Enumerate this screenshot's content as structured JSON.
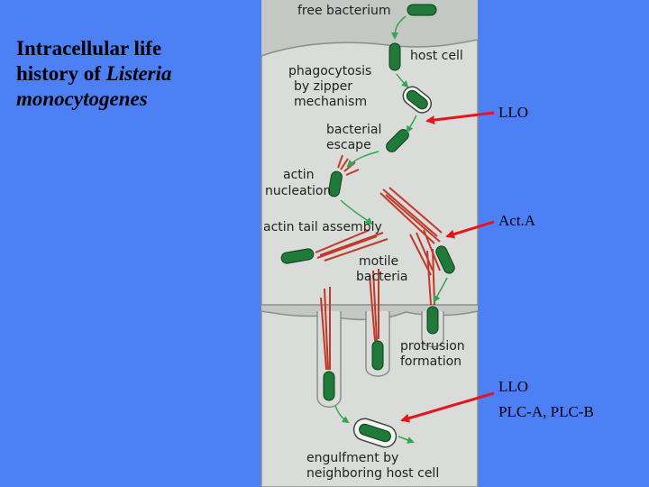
{
  "title": {
    "line1": "Intracellular life",
    "line2_prefix": "history of ",
    "line2_italic": "Listeria",
    "line3": "monocytogenes"
  },
  "figure_labels": {
    "free_bacterium": "free bacterium",
    "host_cell": "host cell",
    "phagocytosis_1": "phagocytosis",
    "phagocytosis_2": "by zipper",
    "phagocytosis_3": "mechanism",
    "escape_1": "bacterial",
    "escape_2": "escape",
    "actin_1": "actin",
    "actin_2": "nucleation",
    "tail_assembly": "actin tail assembly",
    "motile_1": "motile",
    "motile_2": "bacteria",
    "protrusion_1": "protrusion",
    "protrusion_2": "formation",
    "engulf_1": "engulfment by",
    "engulf_2": "neighboring host cell"
  },
  "annotations": {
    "llo": "LLO",
    "acta": "Act.A",
    "llo_2": "LLO",
    "plc": "PLC-A, PLC-B"
  },
  "colors": {
    "background": "#4d7ff5",
    "panel": "#c4c8c5",
    "cytoplasm": "#d9dcd9",
    "bacterium": "#1f7a3a",
    "actin": "#c0392b",
    "arrow": "#e8141c",
    "step_arrow": "#2fa84f"
  }
}
